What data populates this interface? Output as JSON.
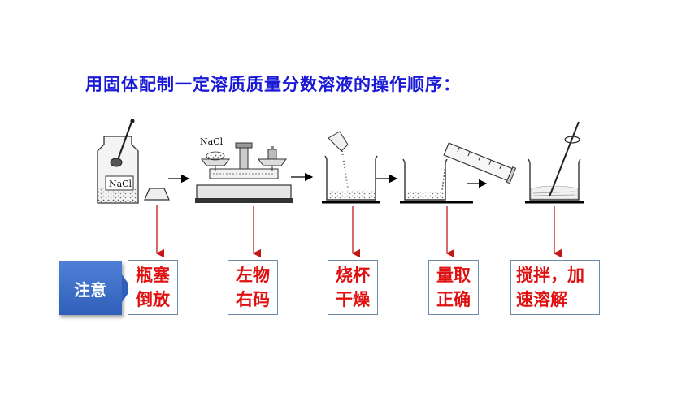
{
  "title": "用固体配制一定溶质质量分数溶液的操作顺序：",
  "bottle_label": "NaCl",
  "scale_label": "NaCl",
  "note_label": "注意",
  "notes": [
    {
      "line1": "瓶塞",
      "line2": "倒放"
    },
    {
      "line1": "左物",
      "line2": "右码"
    },
    {
      "line1": "烧杯",
      "line2": "干燥"
    },
    {
      "line1": "量取",
      "line2": "正确"
    },
    {
      "line1": "搅拌，加",
      "line2": "速溶解"
    }
  ],
  "colors": {
    "title": "#1a1ad6",
    "note_text": "#e01010",
    "badge": "#2f5fb8",
    "pointer_lines": "#c01818"
  }
}
